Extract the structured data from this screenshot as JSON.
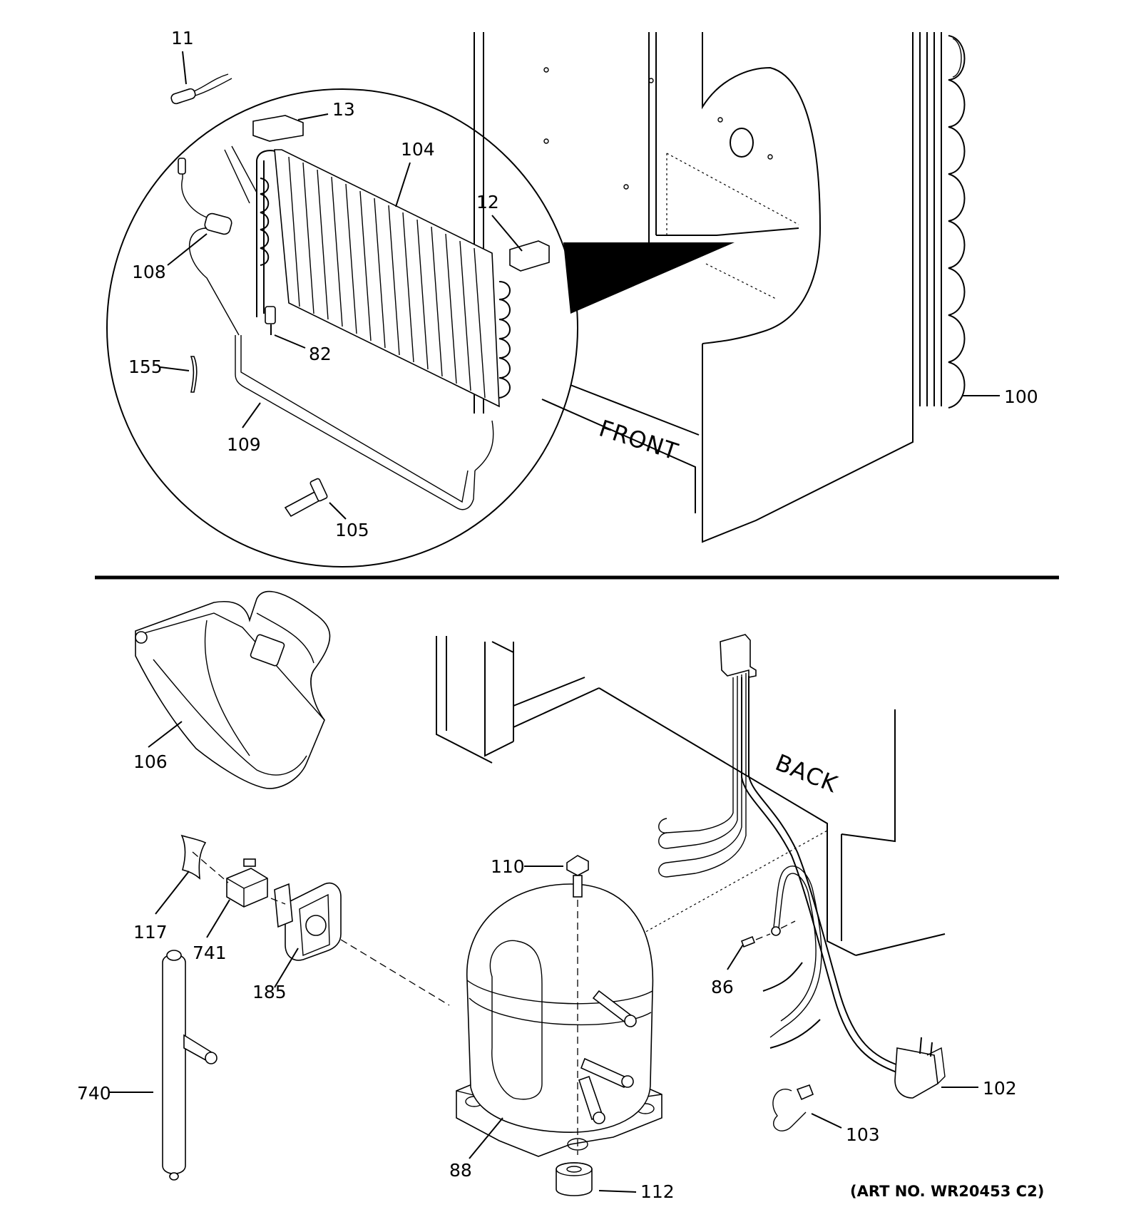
{
  "callouts": {
    "c11": "11",
    "c13": "13",
    "c104": "104",
    "c12": "12",
    "c108": "108",
    "c82": "82",
    "c155": "155",
    "c109": "109",
    "c105": "105",
    "c100": "100",
    "c106": "106",
    "c117": "117",
    "c741": "741",
    "c185": "185",
    "c110": "110",
    "c86": "86",
    "c740": "740",
    "c88": "88",
    "c112": "112",
    "c102": "102",
    "c103": "103"
  },
  "labels": {
    "front": "FRONT",
    "back": "BACK"
  },
  "art_number": "(ART NO. WR20453 C2)"
}
